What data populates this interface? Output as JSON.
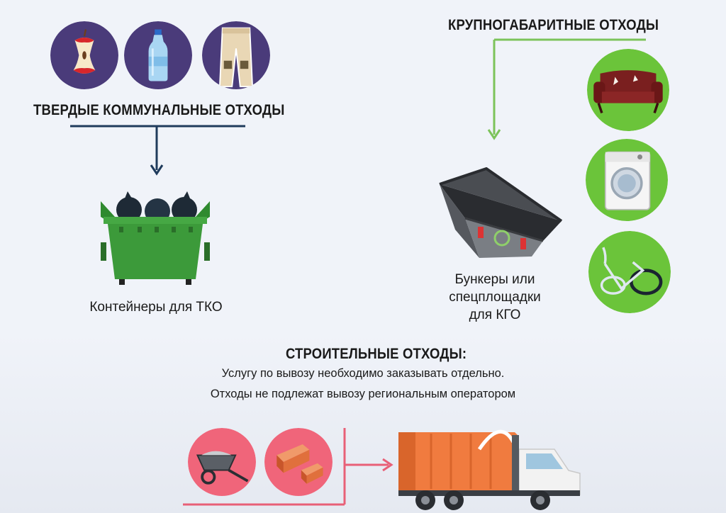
{
  "colors": {
    "navy": "#4a3b7a",
    "dark_blue": "#1f3b5c",
    "green": "#6bc43a",
    "green_line": "#7cc35a",
    "pink": "#f0657a",
    "pink_line": "#e86077",
    "bin_green": "#3c9a3a",
    "truck_orange": "#f07b3f"
  },
  "tko": {
    "title": "ТВЕРДЫЕ КОММУНАЛЬНЫЕ ОТХОДЫ",
    "icons": [
      "apple-core-icon",
      "plastic-bottle-icon",
      "old-pants-icon"
    ],
    "container_label": "Контейнеры для ТКО"
  },
  "kgo": {
    "title": "КРУПНОГАБАРИТНЫЕ ОТХОДЫ",
    "icons": [
      "old-sofa-icon",
      "washing-machine-icon",
      "broken-bicycle-icon"
    ],
    "bunker_label_lines": [
      "Бункеры или",
      "спецплощадки",
      "для КГО"
    ]
  },
  "construction": {
    "title": "СТРОИТЕЛЬНЫЕ ОТХОДЫ:",
    "line1": "Услугу по вывозу необходимо заказывать отдельно.",
    "line2": "Отходы не подлежат вывозу региональным оператором",
    "icons": [
      "wheelbarrow-icon",
      "bricks-icon",
      "garbage-truck-icon"
    ]
  }
}
